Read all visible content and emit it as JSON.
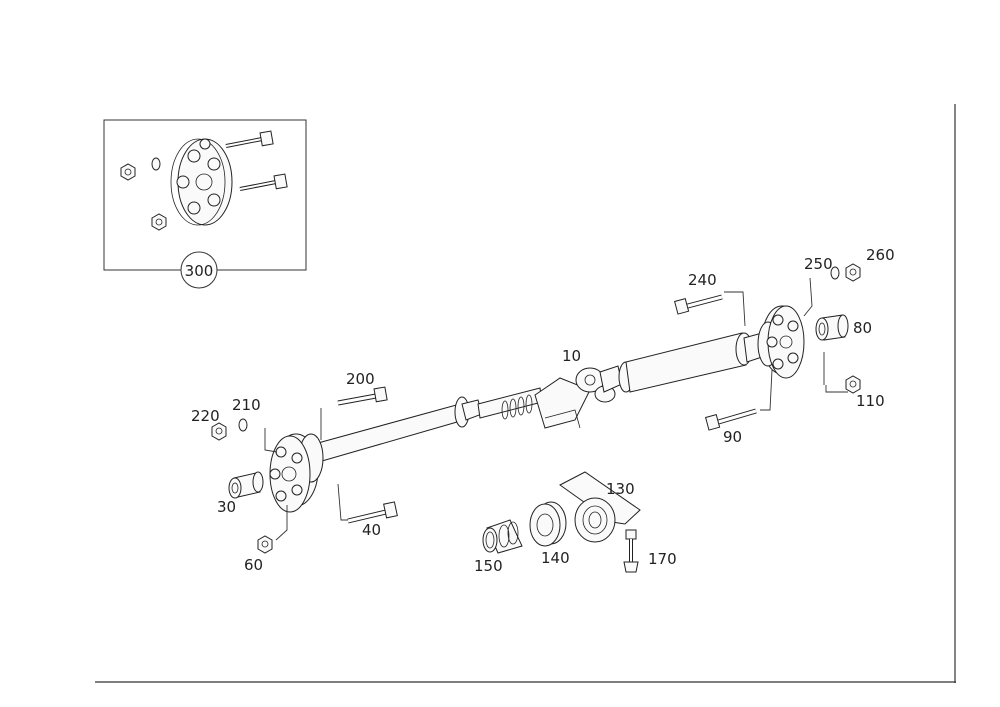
{
  "callouts": {
    "c300": "300",
    "c240": "240",
    "c250": "250",
    "c260": "260",
    "c80": "80",
    "c10": "10",
    "c200": "200",
    "c210": "210",
    "c220": "220",
    "c110": "110",
    "c90": "90",
    "c30": "30",
    "c40": "40",
    "c130": "130",
    "c60": "60",
    "c140": "140",
    "c150": "150",
    "c170": "170"
  }
}
